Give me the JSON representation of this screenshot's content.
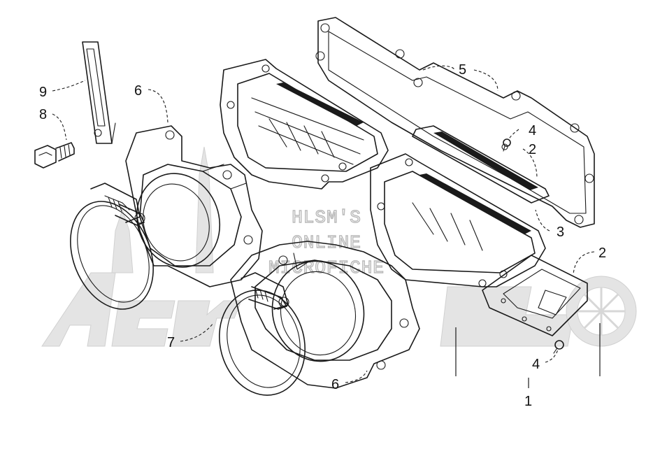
{
  "watermark": {
    "lines": [
      "HLSM'S",
      "ONLINE",
      "MICROFICHE"
    ],
    "logo": "Arctic Cat"
  },
  "callouts": [
    {
      "id": "c9",
      "label": "9"
    },
    {
      "id": "c8",
      "label": "8"
    },
    {
      "id": "c6a",
      "label": "6"
    },
    {
      "id": "c5",
      "label": "5"
    },
    {
      "id": "c4a",
      "label": "4"
    },
    {
      "id": "c2a",
      "label": "2"
    },
    {
      "id": "c3",
      "label": "3"
    },
    {
      "id": "c2b",
      "label": "2"
    },
    {
      "id": "c7",
      "label": "7"
    },
    {
      "id": "c4b",
      "label": "4"
    },
    {
      "id": "c6b",
      "label": "6"
    },
    {
      "id": "c1",
      "label": "1"
    }
  ]
}
